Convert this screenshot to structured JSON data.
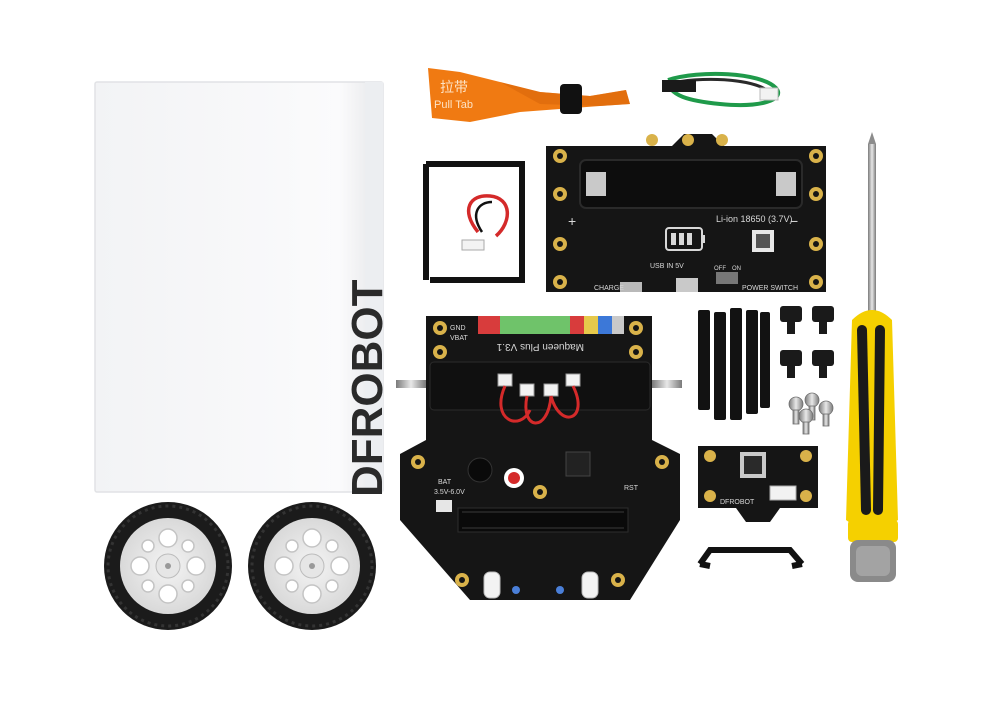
{
  "product_photo": {
    "manual_box": {
      "brand_text": "DFROBOT"
    },
    "pull_tab": {
      "text_cn": "拉带",
      "text_en": "Pull Tab"
    },
    "battery_board": {
      "battery_label": "Li-ion 18650 (3.7V)",
      "usb_label": "USB IN 5V",
      "charge_label": "CHARGE",
      "switch_label": "POWER SWITCH",
      "off_label": "OFF",
      "on_label": "ON"
    },
    "main_board": {
      "model_label": "Maqueen Plus V3.1",
      "bat_label": "BAT",
      "voltage_label": "3.5V-6.0V",
      "rst_label": "RST",
      "vbat_label": "VBAT",
      "gnd_label": "GND"
    },
    "sensor_board": {
      "label": "DFROBOT"
    },
    "colors": {
      "pcb": "#151515",
      "gold_pad": "#d9b24a",
      "ribbon": "#f07a12",
      "screwdriver_yellow": "#f5d000",
      "red_wire": "#d42a2a",
      "green_wire": "#1f9a4a"
    }
  }
}
